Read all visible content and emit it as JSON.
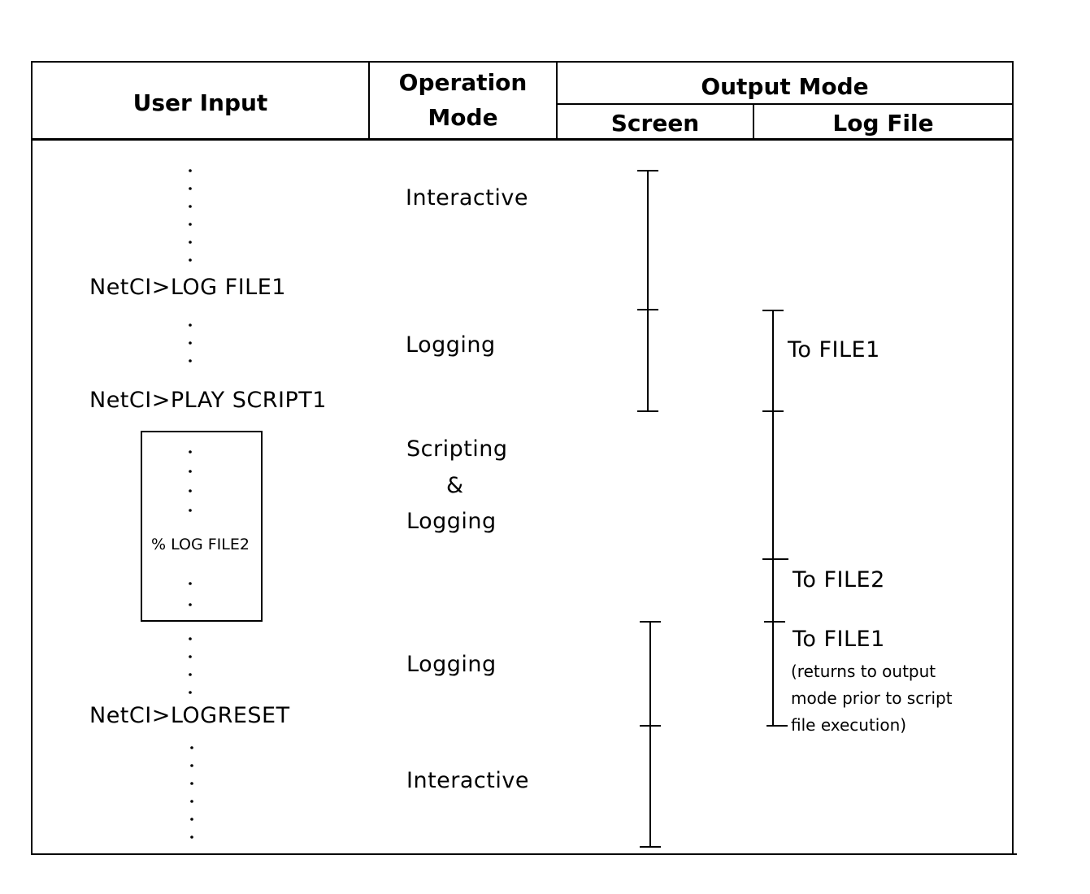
{
  "header": {
    "user_input": "User Input",
    "operation_mode_line1": "Operation",
    "operation_mode_line2": "Mode",
    "output_mode": "Output Mode",
    "screen": "Screen",
    "log_file": "Log File"
  },
  "commands": {
    "log_file1": "NetCI>LOG FILE1",
    "play_script1": "NetCI>PLAY SCRIPT1",
    "script_log_file2": "% LOG FILE2",
    "logreset": "NetCI>LOGRESET"
  },
  "modes": {
    "interactive_1": "Interactive",
    "logging_1": "Logging",
    "scripting_line1": "Scripting",
    "scripting_line2": "&",
    "scripting_line3": "Logging",
    "logging_2": "Logging",
    "interactive_2": "Interactive"
  },
  "log_targets": {
    "to_file1_a": "To FILE1",
    "to_file2": "To FILE2",
    "to_file1_b": "To FILE1",
    "note_line1": "(returns to output",
    "note_line2": "mode prior to script",
    "note_line3": "file execution)"
  }
}
